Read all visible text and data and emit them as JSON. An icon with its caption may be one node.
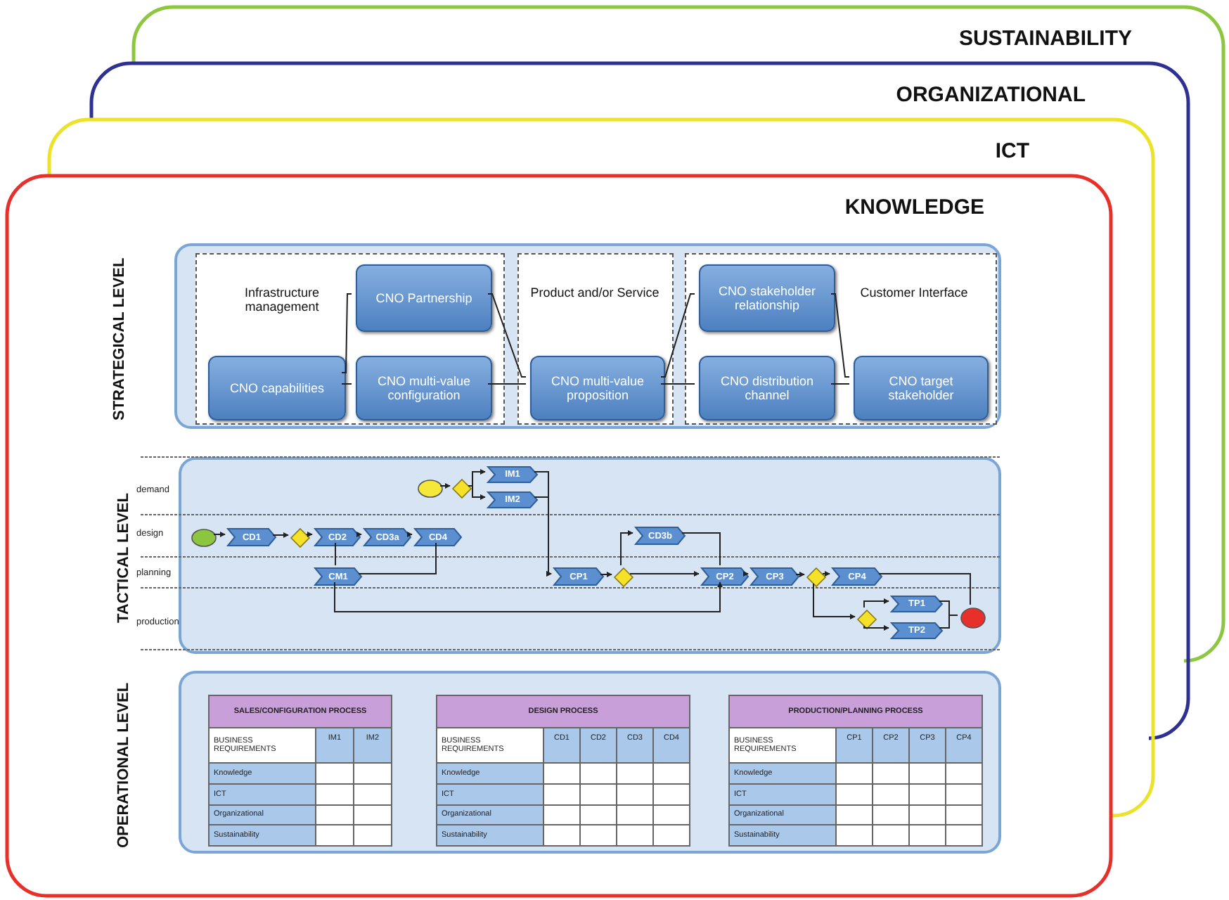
{
  "diagram": {
    "nodes": [
      {
        "text": [
          "SUSTAINABILITY"
        ]
      },
      {
        "text": [
          "ORGANIZATIONAL"
        ]
      },
      {
        "text": [
          "ICT"
        ]
      },
      {
        "text": [
          "KNOWLEDGE"
        ]
      },
      {
        "text": [
          "STRATEGICAL LEVEL"
        ],
        "in": 3
      },
      {
        "text": [
          "Infrastructure management"
        ],
        "in": 4
      },
      {
        "text": [
          "CNO Partnership"
        ],
        "in": 5
      },
      {
        "text": [
          "CNO capabilities"
        ],
        "in": 5
      },
      {
        "text": [
          "CNO multi-value configuration"
        ],
        "in": 5
      },
      {
        "text": [
          "Product and/or Service"
        ],
        "in": 4
      },
      {
        "text": [
          "CNO multi-value proposition"
        ],
        "in": 9
      },
      {
        "text": [
          "Customer Interface"
        ],
        "in": 4
      },
      {
        "text": [
          "CNO stakeholder relationship"
        ],
        "in": 11
      },
      {
        "text": [
          "CNO distribution channel"
        ],
        "in": 11
      },
      {
        "text": [
          "CNO target stakeholder"
        ],
        "in": 11
      },
      {
        "text": [
          "TACTICAL LEVEL"
        ],
        "in": 3
      },
      {
        "text": [],
        "shape": "circle",
        "in": 15
      },
      {
        "text": [],
        "shape": "diamond",
        "in": 15
      },
      {
        "text": [
          "IM1"
        ],
        "in": 15
      },
      {
        "text": [
          "IM2"
        ],
        "in": 15
      },
      {
        "text": [],
        "shape": "circle",
        "in": 15
      },
      {
        "text": [
          "CD1"
        ],
        "in": 15
      },
      {
        "text": [],
        "shape": "diamond",
        "in": 15
      },
      {
        "text": [
          "CD2"
        ],
        "in": 15
      },
      {
        "text": [
          "CD3a"
        ],
        "in": 15
      },
      {
        "text": [
          "CD4"
        ],
        "in": 15
      },
      {
        "text": [
          "CM1"
        ],
        "in": 15
      },
      {
        "text": [
          "CP1"
        ],
        "in": 15
      },
      {
        "text": [],
        "shape": "diamond",
        "in": 15
      },
      {
        "text": [
          "CD3b"
        ],
        "in": 15
      },
      {
        "text": [
          "CP2"
        ],
        "in": 15
      },
      {
        "text": [
          "CP3"
        ],
        "in": 15
      },
      {
        "text": [],
        "shape": "diamond",
        "in": 15
      },
      {
        "text": [
          "CP4"
        ],
        "in": 15
      },
      {
        "text": [],
        "shape": "diamond",
        "in": 15
      },
      {
        "text": [
          "TP1"
        ],
        "in": 15
      },
      {
        "text": [
          "TP2"
        ],
        "in": 15
      },
      {
        "text": [],
        "shape": "circle",
        "in": 15
      },
      {
        "text": [
          "OPERATIONAL LEVEL"
        ],
        "in": 3
      },
      {
        "text": [
          "SALES/CONFIGURATION PROCESS",
          "BUSINESS REQUIREMENTS",
          "IM1",
          "IM2",
          "Knowledge",
          "ICT",
          "Organizational",
          "Sustainability"
        ],
        "in": 38
      },
      {
        "text": [
          "DESIGN PROCESS",
          "BUSINESS REQUIREMENTS",
          "CD1",
          "CD2",
          "CD3",
          "CD4",
          "Knowledge",
          "ICT",
          "Organizational",
          "Sustainability"
        ],
        "in": 38
      },
      {
        "text": [
          "PRODUCTION/PLANNING PROCESS",
          "BUSINESS REQUIREMENTS",
          "CP1",
          "CP2",
          "CP3",
          "CP4",
          "Knowledge",
          "ICT",
          "Organizational",
          "Sustainability"
        ],
        "in": 38
      }
    ],
    "edges": [
      {
        "from": 7,
        "to": 6,
        "arrow": "none"
      },
      {
        "from": 7,
        "to": 8,
        "arrow": "none"
      },
      {
        "from": 6,
        "to": 10,
        "arrow": "none"
      },
      {
        "from": 8,
        "to": 10,
        "arrow": "none"
      },
      {
        "from": 10,
        "to": 12,
        "arrow": "none"
      },
      {
        "from": 10,
        "to": 13,
        "arrow": "none"
      },
      {
        "from": 12,
        "to": 14,
        "arrow": "none"
      },
      {
        "from": 13,
        "to": 14,
        "arrow": "none"
      },
      {
        "from": 16,
        "to": 17,
        "arrow": "to"
      },
      {
        "from": 17,
        "to": 18,
        "arrow": "to"
      },
      {
        "from": 17,
        "to": 19,
        "arrow": "to"
      },
      {
        "from": 18,
        "to": 27,
        "arrow": "to"
      },
      {
        "from": 19,
        "to": 27,
        "arrow": "to"
      },
      {
        "from": 20,
        "to": 21,
        "arrow": "to"
      },
      {
        "from": 21,
        "to": 22,
        "arrow": "to"
      },
      {
        "from": 22,
        "to": 23,
        "arrow": "to"
      },
      {
        "from": 23,
        "to": 24,
        "arrow": "to"
      },
      {
        "from": 24,
        "to": 25,
        "arrow": "to"
      },
      {
        "from": 23,
        "to": 26,
        "arrow": "none"
      },
      {
        "from": 26,
        "to": 25,
        "arrow": "none"
      },
      {
        "from": 26,
        "to": 30,
        "arrow": "to"
      },
      {
        "from": 27,
        "to": 28,
        "arrow": "to"
      },
      {
        "from": 28,
        "to": 29,
        "arrow": "to"
      },
      {
        "from": 28,
        "to": 30,
        "arrow": "to"
      },
      {
        "from": 29,
        "to": 30,
        "arrow": "none"
      },
      {
        "from": 30,
        "to": 31,
        "arrow": "to"
      },
      {
        "from": 31,
        "to": 32,
        "arrow": "to"
      },
      {
        "from": 32,
        "to": 33,
        "arrow": "to"
      },
      {
        "from": 32,
        "to": 34,
        "arrow": "to"
      },
      {
        "from": 34,
        "to": 35,
        "arrow": "to"
      },
      {
        "from": 34,
        "to": 36,
        "arrow": "to"
      },
      {
        "from": 35,
        "to": 37,
        "arrow": "none"
      },
      {
        "from": 36,
        "to": 37,
        "arrow": "none"
      },
      {
        "from": 33,
        "to": 37,
        "arrow": "none"
      }
    ],
    "labels": [
      "demand",
      "design",
      "planning",
      "production"
    ]
  }
}
